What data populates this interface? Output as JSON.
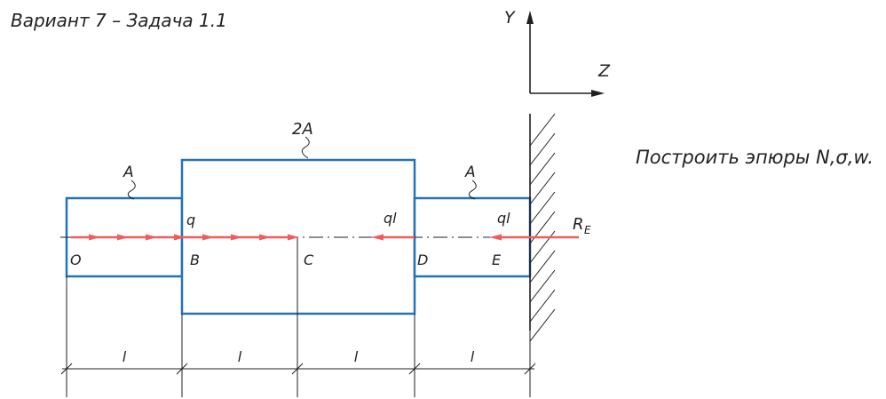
{
  "title": "Вариант 7 – Задача 1.1",
  "task": "Построить эпюры N,σ,w.",
  "axes": {
    "y_label": "Y",
    "z_label": "Z"
  },
  "sections": {
    "left": "A",
    "middle": "2A",
    "right": "A"
  },
  "loads": {
    "distributed": "q",
    "force_d": "ql",
    "force_e": "ql",
    "reaction_base": "R",
    "reaction_sub": "E"
  },
  "nodes": [
    "O",
    "B",
    "C",
    "D",
    "E"
  ],
  "dims": [
    "l",
    "l",
    "l",
    "l"
  ],
  "colors": {
    "bar": "#2473b8",
    "load": "#f15b5b",
    "line": "#1f1f1f"
  }
}
